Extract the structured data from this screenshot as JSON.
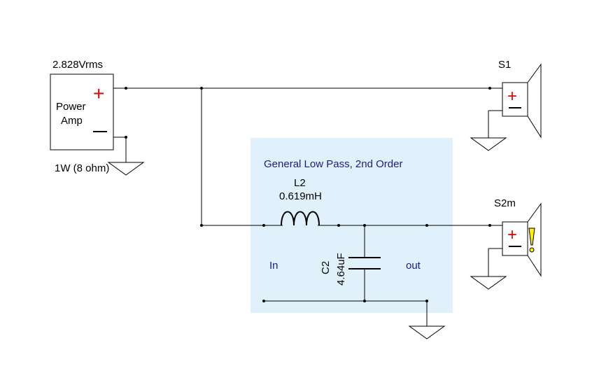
{
  "colors": {
    "filter_box": "#e0f1fb",
    "plus_red": "#e00000",
    "warning_yellow": "#ffee00",
    "filter_text": "#1a1a8c",
    "wire": "#000000"
  },
  "source": {
    "voltage": "2.828Vrms",
    "name_line1": "Power",
    "name_line2": "Amp",
    "plus": "+",
    "minus": "—",
    "power_rating": "1W (8 ohm)"
  },
  "speaker1": {
    "name": "S1",
    "plus": "+",
    "minus": "—"
  },
  "speaker2": {
    "name": "S2m",
    "plus": "+",
    "minus": "—",
    "warning": "!"
  },
  "filter": {
    "title": "General Low Pass, 2nd Order",
    "in_label": "In",
    "out_label": "out",
    "inductor": {
      "name": "L2",
      "value": "0.619mH"
    },
    "capacitor": {
      "name": "C2",
      "value": "4.64uF"
    }
  },
  "icons": [
    "ground-icon",
    "speaker-icon",
    "inductor-icon",
    "capacitor-icon",
    "warning-icon"
  ]
}
